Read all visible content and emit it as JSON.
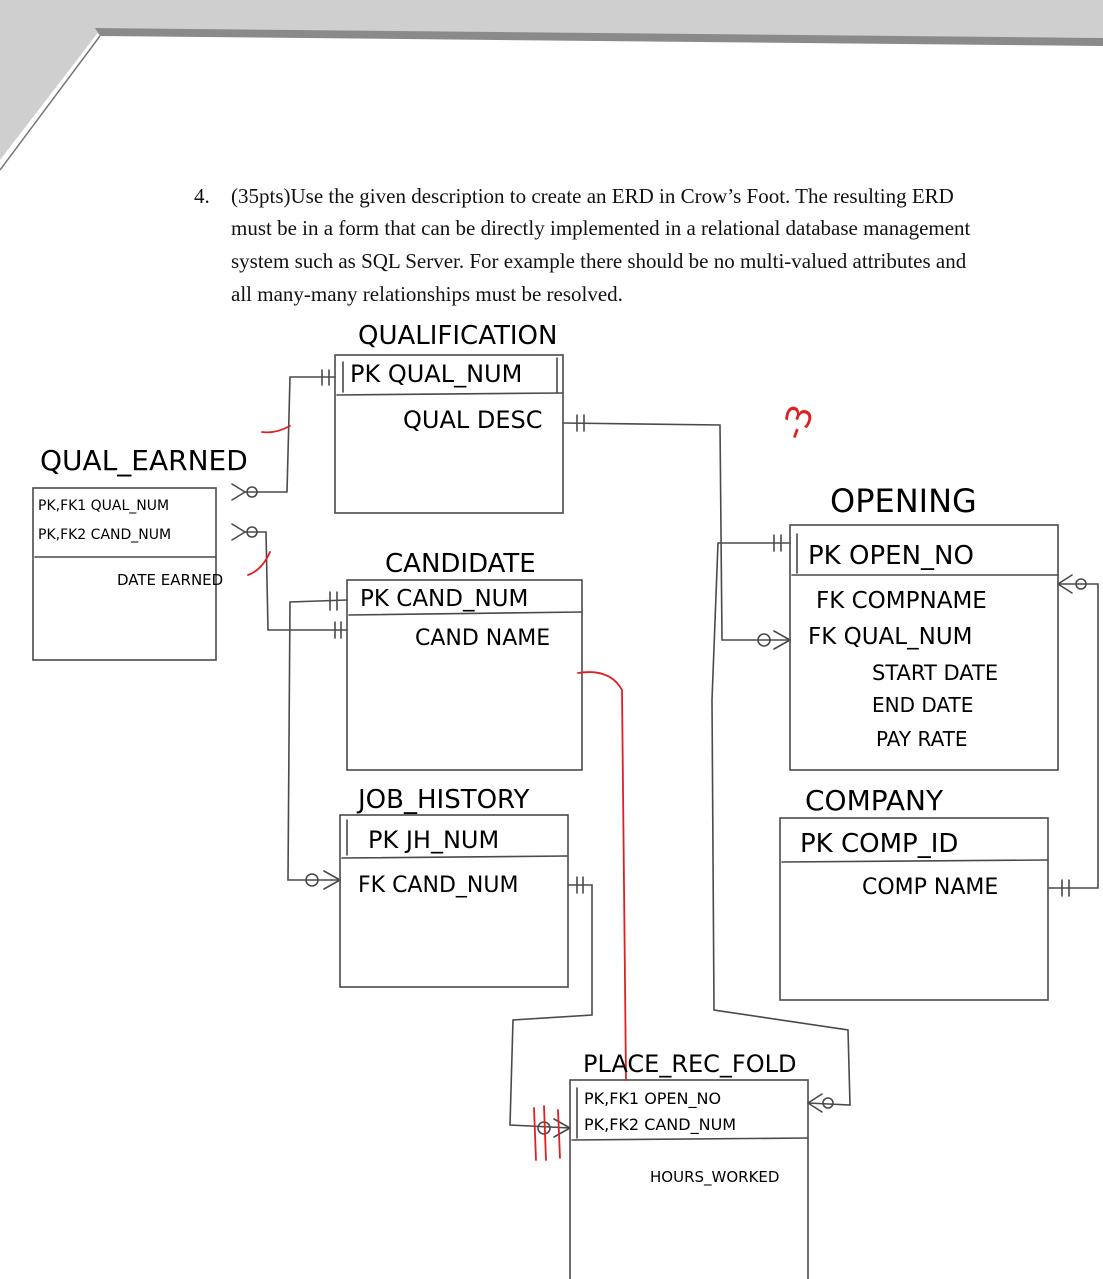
{
  "question": {
    "number": "4.",
    "lines": [
      "(35pts)Use the given description to create an ERD in Crow’s Foot. The resulting ERD",
      "must be in a form that can be directly implemented in a relational database management",
      "system such as SQL Server. For example there should be no multi-valued attributes and",
      "all many-many relationships must be resolved."
    ]
  },
  "entities": {
    "qualification": {
      "title": "QUALIFICATION",
      "pk": "PK  QUAL_NUM",
      "attrs": [
        "QUAL DESC"
      ]
    },
    "qual_earned": {
      "title": "QUAL_EARNED",
      "keys": [
        "PK,FK1  QUAL_NUM",
        "PK,FK2  CAND_NUM"
      ],
      "attrs": [
        "DATE EARNED"
      ]
    },
    "candidate": {
      "title": "CANDIDATE",
      "pk": "PK  CAND_NUM",
      "attrs": [
        "CAND NAME"
      ]
    },
    "job_history": {
      "title": "JOB_HISTORY",
      "pk": "PK  JH_NUM",
      "attrs": [
        "FK  CAND_NUM"
      ]
    },
    "opening": {
      "title": "OPENING",
      "pk": "PK  OPEN_NO",
      "attrs": [
        "FK COMPNAME",
        "FK  QUAL_NUM",
        "START DATE",
        "END DATE",
        "PAY RATE"
      ]
    },
    "company": {
      "title": "COMPANY",
      "pk": "PK  COMP_ID",
      "attrs": [
        "COMP NAME"
      ]
    },
    "place_rec_fold": {
      "title": "PLACE_REC_FOLD",
      "keys": [
        "PK,FK1  OPEN_NO",
        "PK,FK2  CAND_NUM"
      ],
      "attrs": [
        "HOURS_WORKED"
      ]
    }
  },
  "grading": {
    "mark": "-3"
  },
  "colors": {
    "pencil": "#4a4a4a",
    "grade_red": "#e02020",
    "paper": "#ffffff"
  }
}
